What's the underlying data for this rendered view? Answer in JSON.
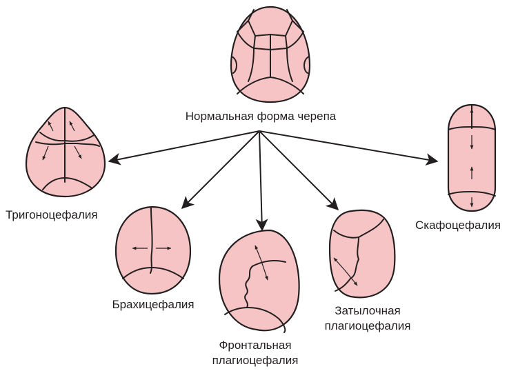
{
  "labels": {
    "normal": "Нормальная форма черепа",
    "trigonocephaly": "Тригоноцефалия",
    "brachycephaly": "Брахицефалия",
    "frontal_plagiocephaly": [
      "Фронтальная",
      "плагиоцефалия"
    ],
    "occipital_plagiocephaly": [
      "Затылочная",
      "плагиоцефалия"
    ],
    "scaphocephaly": "Скафоцефалия"
  },
  "colors": {
    "skull_fill": "#f6c4c4",
    "outline": "#231f20"
  }
}
